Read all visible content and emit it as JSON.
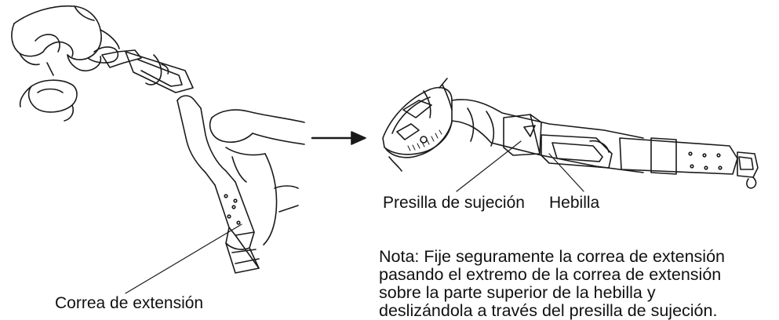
{
  "labels": {
    "extension_strap": "Correa de extensión",
    "retaining_loop": "Presilla de sujeción",
    "buckle": "Hebilla"
  },
  "note": {
    "lines": [
      "Nota: Fije seguramente la correa de extensión",
      "pasando el extremo de la correa de extensión",
      "sobre la parte superior de la hebilla y",
      "deslizándola a través del presilla de sujeción."
    ]
  },
  "colors": {
    "line": "#1a1a1a",
    "background": "#ffffff"
  },
  "icons": {
    "arrow": "arrow-right-icon"
  }
}
